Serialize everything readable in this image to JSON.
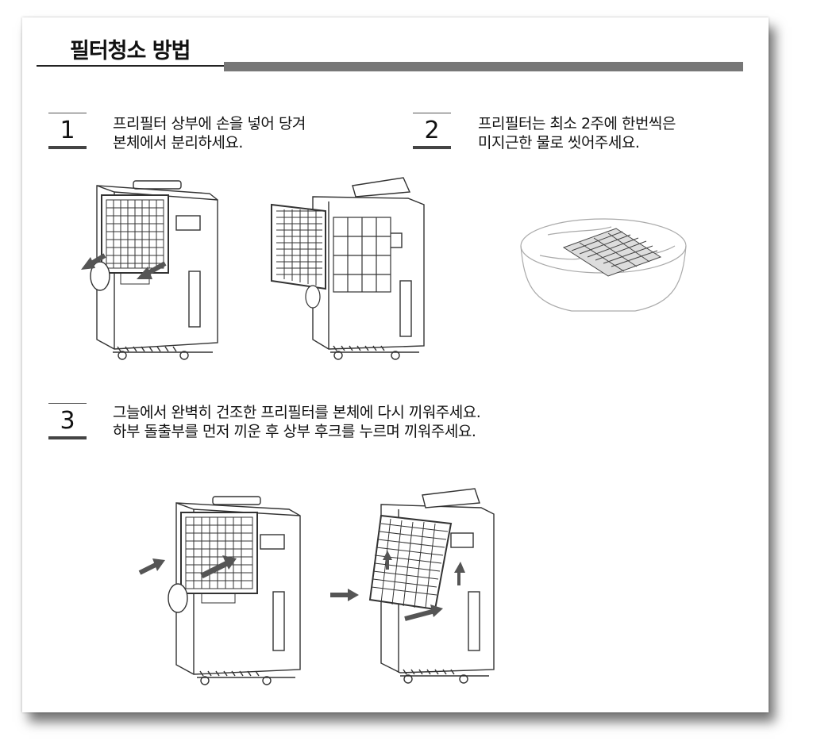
{
  "section": {
    "title": "필터청소 방법"
  },
  "steps": [
    {
      "number": "1",
      "line1": "프리필터 상부에 손을 넣어 당겨",
      "line2": "본체에서 분리하세요."
    },
    {
      "number": "2",
      "line1": "프리필터는 최소 2주에 한번씩은",
      "line2": "미지근한 물로 씻어주세요."
    },
    {
      "number": "3",
      "line1": "그늘에서 완벽히 건조한 프리필터를 본체에 다시 끼워주세요.",
      "line2": "하부 돌출부를 먼저 끼운 후 상부 후크를 누르며 끼워주세요."
    }
  ],
  "colors": {
    "accent_bar": "#777777",
    "ink": "#111111",
    "arrow": "#555555"
  }
}
